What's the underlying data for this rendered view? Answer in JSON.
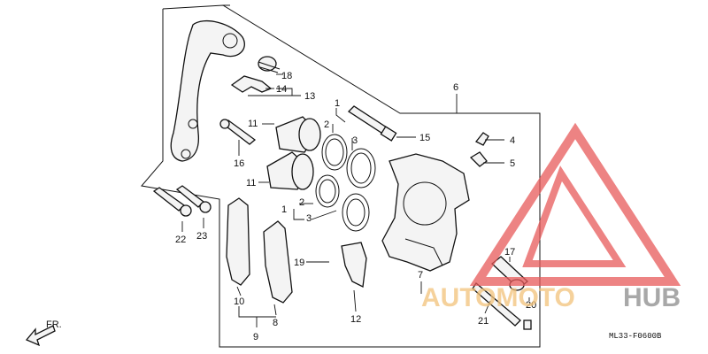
{
  "diagram": {
    "drawing_code": "ML33-F0600B",
    "fr_label": "FR.",
    "callouts": {
      "c1a": "1",
      "c2a": "2",
      "c3a": "3",
      "c1b": "1",
      "c2b": "2",
      "c3b": "3",
      "c4": "4",
      "c5": "5",
      "c6": "6",
      "c7": "7",
      "c8": "8",
      "c9": "9",
      "c10": "10",
      "c11a": "11",
      "c11b": "11",
      "c12": "12",
      "c13": "13",
      "c14": "14",
      "c15": "15",
      "c16": "16",
      "c17": "17",
      "c18": "18",
      "c19": "19",
      "c20": "20",
      "c21": "21",
      "c22": "22",
      "c23": "23"
    }
  },
  "watermark": {
    "brand_auto": "AUTOMOTO",
    "brand_hub": "HUB",
    "color_auto": "#f2c27a",
    "color_hub": "#8c8c8c",
    "color_triangle": "#e85a5a"
  }
}
